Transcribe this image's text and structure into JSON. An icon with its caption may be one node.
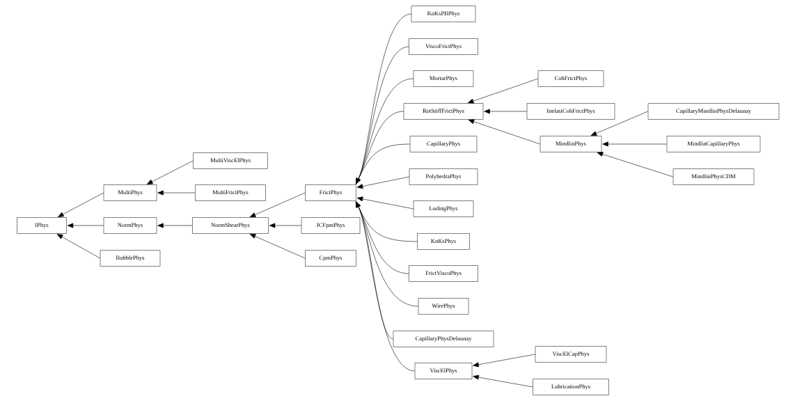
{
  "diagram": {
    "nodes": [
      {
        "text": [
          "IPhys"
        ]
      },
      {
        "text": [
          "MultiPhys"
        ]
      },
      {
        "text": [
          "NormPhys"
        ]
      },
      {
        "text": [
          "BubblePhys"
        ]
      },
      {
        "text": [
          "MultiViscElPhys"
        ]
      },
      {
        "text": [
          "MultiFrictPhys"
        ]
      },
      {
        "text": [
          "NormShearPhys"
        ]
      },
      {
        "text": [
          "FrictPhys"
        ]
      },
      {
        "text": [
          "JCFpmPhys"
        ]
      },
      {
        "text": [
          "CpmPhys"
        ]
      },
      {
        "text": [
          "KnKsPBPhys"
        ]
      },
      {
        "text": [
          "ViscoFrictPhys"
        ]
      },
      {
        "text": [
          "MortarPhys"
        ]
      },
      {
        "text": [
          "RotStiffFrictPhys"
        ]
      },
      {
        "text": [
          "CapillaryPhys"
        ]
      },
      {
        "text": [
          "PolyhedraPhys"
        ]
      },
      {
        "text": [
          "LudingPhys"
        ]
      },
      {
        "text": [
          "KnKsPhys"
        ]
      },
      {
        "text": [
          "FrictViscoPhys"
        ]
      },
      {
        "text": [
          "WirePhys"
        ]
      },
      {
        "text": [
          "CapillaryPhysDelaunay"
        ]
      },
      {
        "text": [
          "ViscElPhys"
        ]
      },
      {
        "text": [
          "CohFrictPhys"
        ]
      },
      {
        "text": [
          "InelastCohFrictPhys"
        ]
      },
      {
        "text": [
          "MindlinPhys"
        ]
      },
      {
        "text": [
          "ViscElCapPhys"
        ]
      },
      {
        "text": [
          "LubricationPhys"
        ]
      },
      {
        "text": [
          "CapillaryMindlinPhysDelaunay"
        ]
      },
      {
        "text": [
          "MindlinCapillaryPhys"
        ]
      },
      {
        "text": [
          "MindlinPhysCDM"
        ]
      }
    ],
    "edges": [
      {
        "from": 1,
        "to": 0,
        "arrow": "to"
      },
      {
        "from": 2,
        "to": 0,
        "arrow": "to"
      },
      {
        "from": 3,
        "to": 0,
        "arrow": "to"
      },
      {
        "from": 4,
        "to": 1,
        "arrow": "to"
      },
      {
        "from": 5,
        "to": 1,
        "arrow": "to"
      },
      {
        "from": 6,
        "to": 2,
        "arrow": "to"
      },
      {
        "from": 7,
        "to": 6,
        "arrow": "to"
      },
      {
        "from": 8,
        "to": 6,
        "arrow": "to"
      },
      {
        "from": 9,
        "to": 6,
        "arrow": "to"
      },
      {
        "from": 10,
        "to": 7,
        "arrow": "to"
      },
      {
        "from": 11,
        "to": 7,
        "arrow": "to"
      },
      {
        "from": 12,
        "to": 7,
        "arrow": "to"
      },
      {
        "from": 13,
        "to": 7,
        "arrow": "to"
      },
      {
        "from": 14,
        "to": 7,
        "arrow": "to"
      },
      {
        "from": 15,
        "to": 7,
        "arrow": "to"
      },
      {
        "from": 16,
        "to": 7,
        "arrow": "to"
      },
      {
        "from": 17,
        "to": 7,
        "arrow": "to"
      },
      {
        "from": 18,
        "to": 7,
        "arrow": "to"
      },
      {
        "from": 19,
        "to": 7,
        "arrow": "to"
      },
      {
        "from": 20,
        "to": 7,
        "arrow": "to"
      },
      {
        "from": 21,
        "to": 7,
        "arrow": "to"
      },
      {
        "from": 22,
        "to": 13,
        "arrow": "to"
      },
      {
        "from": 23,
        "to": 13,
        "arrow": "to"
      },
      {
        "from": 24,
        "to": 13,
        "arrow": "to"
      },
      {
        "from": 25,
        "to": 21,
        "arrow": "to"
      },
      {
        "from": 26,
        "to": 21,
        "arrow": "to"
      },
      {
        "from": 27,
        "to": 24,
        "arrow": "to"
      },
      {
        "from": 28,
        "to": 24,
        "arrow": "to"
      },
      {
        "from": 29,
        "to": 24,
        "arrow": "to"
      }
    ]
  }
}
